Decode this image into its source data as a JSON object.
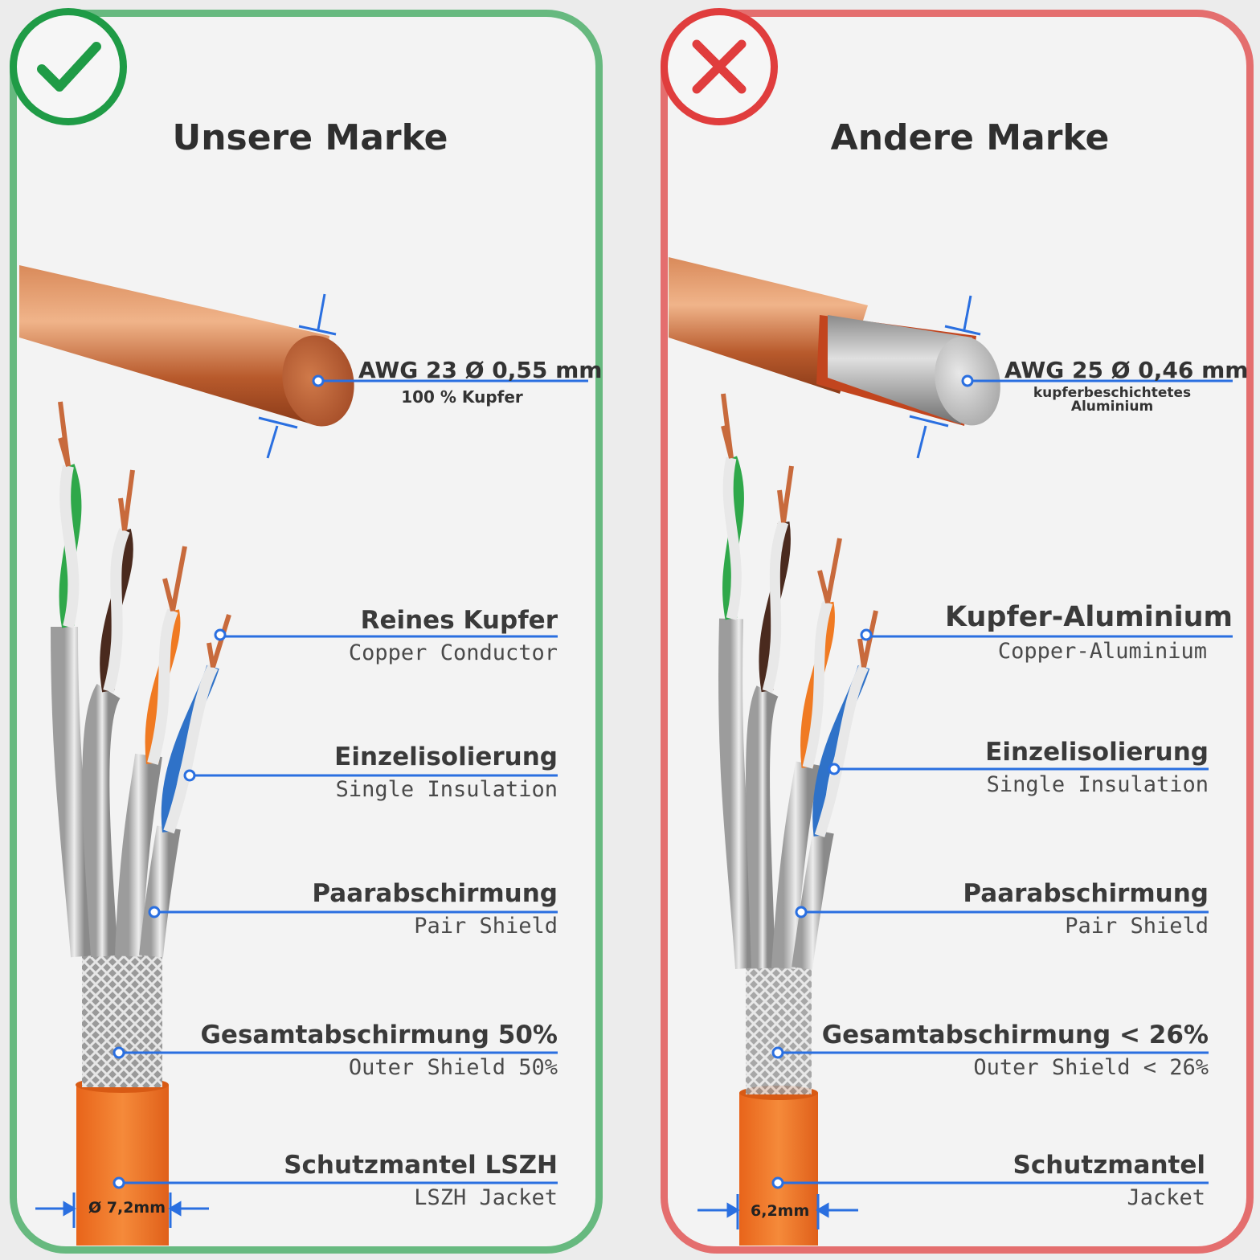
{
  "left": {
    "title": "Unsere Marke",
    "badge_icon": "check-icon",
    "conductor": {
      "main": "AWG 23 Ø 0,55 mm",
      "sub": "100 % Kupfer"
    },
    "labels": [
      {
        "main": "Reines Kupfer",
        "sub": "Copper Conductor"
      },
      {
        "main": "Einzelisolierung",
        "sub": "Single Insulation"
      },
      {
        "main": "Paarabschirmung",
        "sub": "Pair Shield"
      },
      {
        "main": "Gesamtabschirmung 50%",
        "sub": "Outer Shield 50%"
      },
      {
        "main": "Schutzmantel LSZH",
        "sub": "LSZH Jacket"
      }
    ],
    "diameter": "Ø 7,2mm"
  },
  "right": {
    "title": "Andere Marke",
    "badge_icon": "cross-icon",
    "conductor": {
      "main": "AWG 25 Ø 0,46 mm",
      "sub_line1": "kupferbeschichtetes",
      "sub_line2": "Aluminium"
    },
    "labels": [
      {
        "main": "Kupfer-Aluminium",
        "sub": "Copper-Aluminium"
      },
      {
        "main": "Einzelisolierung",
        "sub": "Single Insulation"
      },
      {
        "main": "Paarabschirmung",
        "sub": "Pair Shield"
      },
      {
        "main": "Gesamtabschirmung < 26%",
        "sub": "Outer Shield < 26%"
      },
      {
        "main": "Schutzmantel",
        "sub": "Jacket"
      }
    ],
    "diameter": "6,2mm"
  },
  "colors": {
    "good_border": "#67b97f",
    "good_badge": "#1f9b46",
    "bad_border": "#e46e6e",
    "bad_badge": "#e03d3d",
    "callout_line": "#2a6fe0",
    "jacket_orange": "#f07a22",
    "copper": "#c86a3c",
    "aluminium": "#a9a9a9"
  }
}
